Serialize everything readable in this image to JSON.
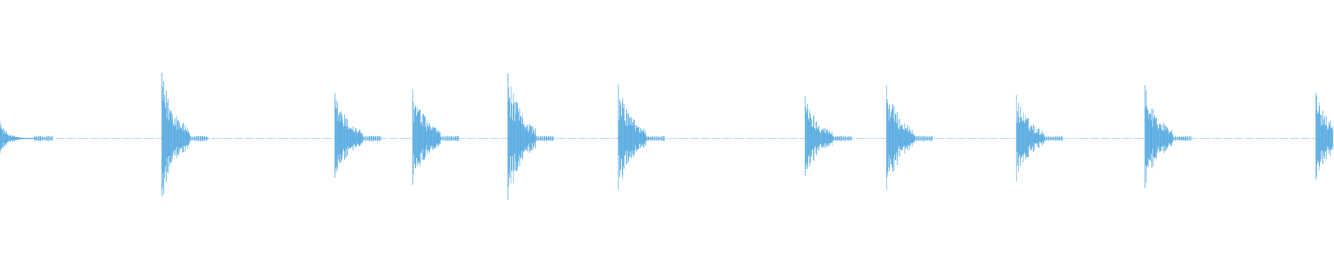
{
  "waveform": {
    "color": "#5DADE2",
    "bursts": [
      {
        "start": 0,
        "amplitude": 0.26,
        "decay": 0.035
      },
      {
        "start": 233,
        "amplitude": 1.0,
        "decay": 0.04
      },
      {
        "start": 482,
        "amplitude": 0.69,
        "decay": 0.04
      },
      {
        "start": 594,
        "amplitude": 0.75,
        "decay": 0.04
      },
      {
        "start": 731,
        "amplitude": 0.99,
        "decay": 0.04
      },
      {
        "start": 890,
        "amplitude": 0.83,
        "decay": 0.04
      },
      {
        "start": 1159,
        "amplitude": 0.64,
        "decay": 0.04
      },
      {
        "start": 1276,
        "amplitude": 0.81,
        "decay": 0.04
      },
      {
        "start": 1463,
        "amplitude": 0.66,
        "decay": 0.04
      },
      {
        "start": 1648,
        "amplitude": 0.81,
        "decay": 0.04
      },
      {
        "start": 1894,
        "amplitude": 0.69,
        "decay": 0.04
      }
    ]
  }
}
